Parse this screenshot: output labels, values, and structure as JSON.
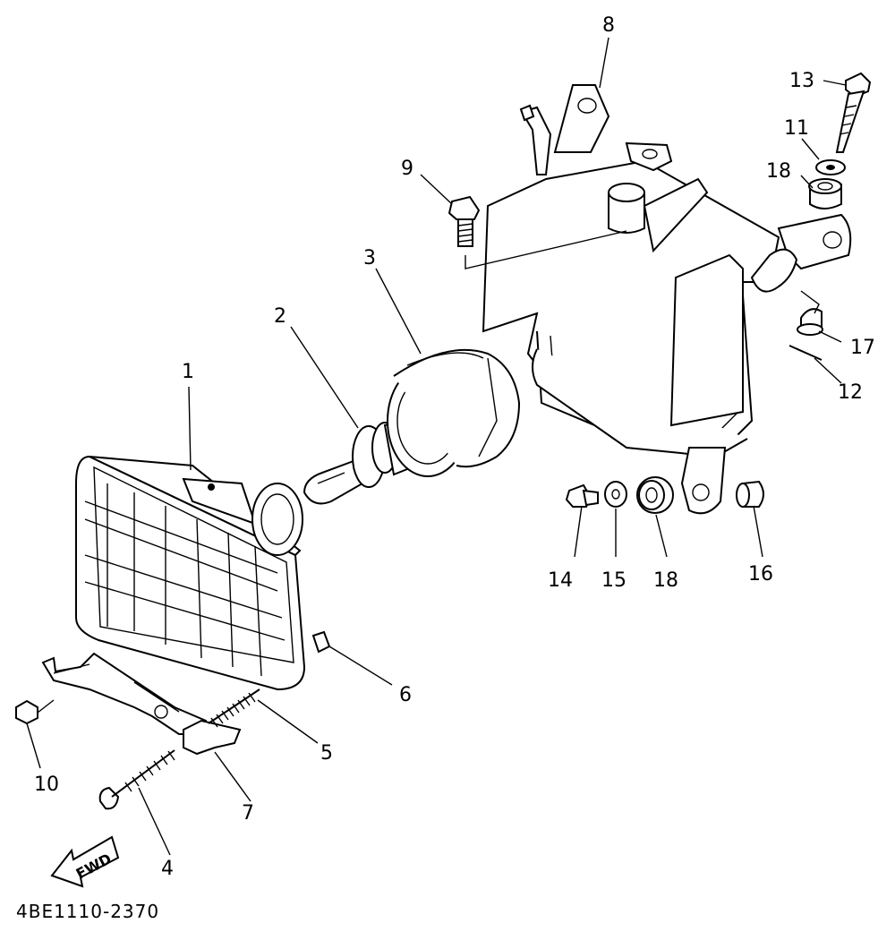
{
  "diagram": {
    "code": "4BE1110-2370",
    "direction_label": "FWD",
    "callouts": [
      "1",
      "2",
      "3",
      "4",
      "5",
      "6",
      "7",
      "8",
      "9",
      "10",
      "11",
      "12",
      "13",
      "14",
      "15",
      "16",
      "17",
      "18",
      "18"
    ]
  }
}
